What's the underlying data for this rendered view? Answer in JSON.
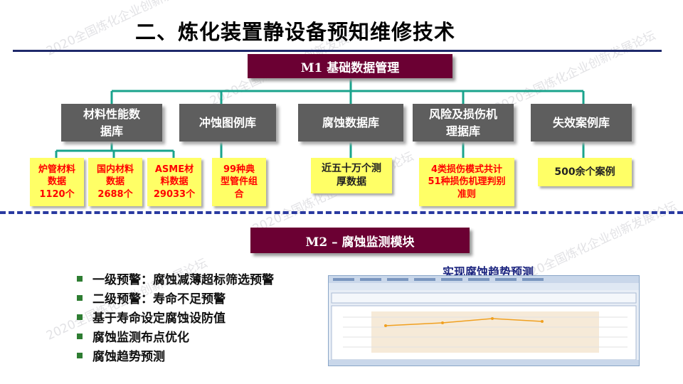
{
  "slide": {
    "title": "二、炼化装置静设备预知维修技术"
  },
  "m1": {
    "label": "M1 基础数据管理",
    "categories": [
      {
        "label": "材料性能数据库"
      },
      {
        "label": "冲蚀图例库"
      },
      {
        "label": "腐蚀数据库"
      },
      {
        "label": "风险及损伤机理据库"
      },
      {
        "label": "失效案例库"
      }
    ],
    "details": {
      "furnace_tube": "炉管材料数据1120个",
      "domestic": "国内材料数据2688个",
      "asme": "ASME材料数据29033个",
      "erosion": "99种典型管件组合",
      "corrosion": "近五十万个测厚数据",
      "risk": "4类损伤模式共计51种损伤机理判别准则",
      "failure": "500余个案例"
    }
  },
  "m2": {
    "label": "M2 – 腐蚀监测模块",
    "bullets": [
      "一级预警：腐蚀减薄超标筛选预警",
      "二级预警：寿命不足预警",
      "基于寿命设定腐蚀设防值",
      "腐蚀监测布点优化",
      "腐蚀趋势预测"
    ],
    "screenshot_title": "实现腐蚀趋势预测"
  },
  "watermark": "2020全国炼化企业创新发展论坛",
  "colors": {
    "module_bg": "#6b0033",
    "category_bg": "#5e5e5e",
    "detail_bg": "#ffff66",
    "connector": "#1aa38c",
    "divider": "#2a3aa0",
    "bullet": "#2e7d32"
  },
  "icons": [
    "square-bullet-icon"
  ]
}
